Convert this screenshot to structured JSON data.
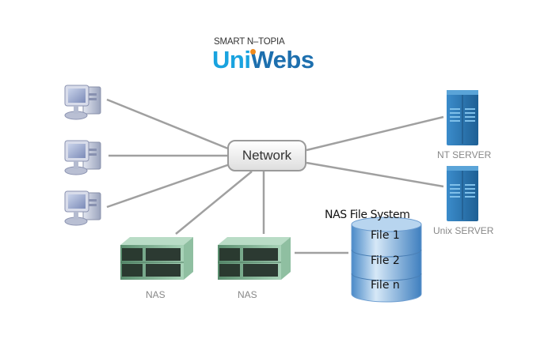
{
  "logo": {
    "tagline": "SMART N–TOPIA",
    "brand_part1": "Uni",
    "brand_part2": "Webs"
  },
  "network": {
    "label": "Network"
  },
  "clients": [
    {
      "icon": "desktop-computer-icon"
    },
    {
      "icon": "desktop-computer-icon"
    },
    {
      "icon": "desktop-computer-icon"
    }
  ],
  "servers": [
    {
      "label": "NT SERVER",
      "icon": "tower-server-icon"
    },
    {
      "label": "Unix SERVER",
      "icon": "tower-server-icon"
    }
  ],
  "nas_devices": [
    {
      "label": "NAS",
      "icon": "rack-server-icon"
    },
    {
      "label": "NAS",
      "icon": "rack-server-icon"
    }
  ],
  "nas_file_system": {
    "title": "NAS File System",
    "files": [
      "File 1",
      "File 2",
      "File n"
    ]
  },
  "colors": {
    "brand_light_blue": "#19a3df",
    "brand_dark_blue": "#1d6fae",
    "brand_dot_orange": "#f08a1c",
    "connector_gray": "#a0a0a0",
    "server_blue": "#2f7fb8",
    "nas_green": "#7fb394",
    "cylinder_blue": "#5b9bd5"
  }
}
